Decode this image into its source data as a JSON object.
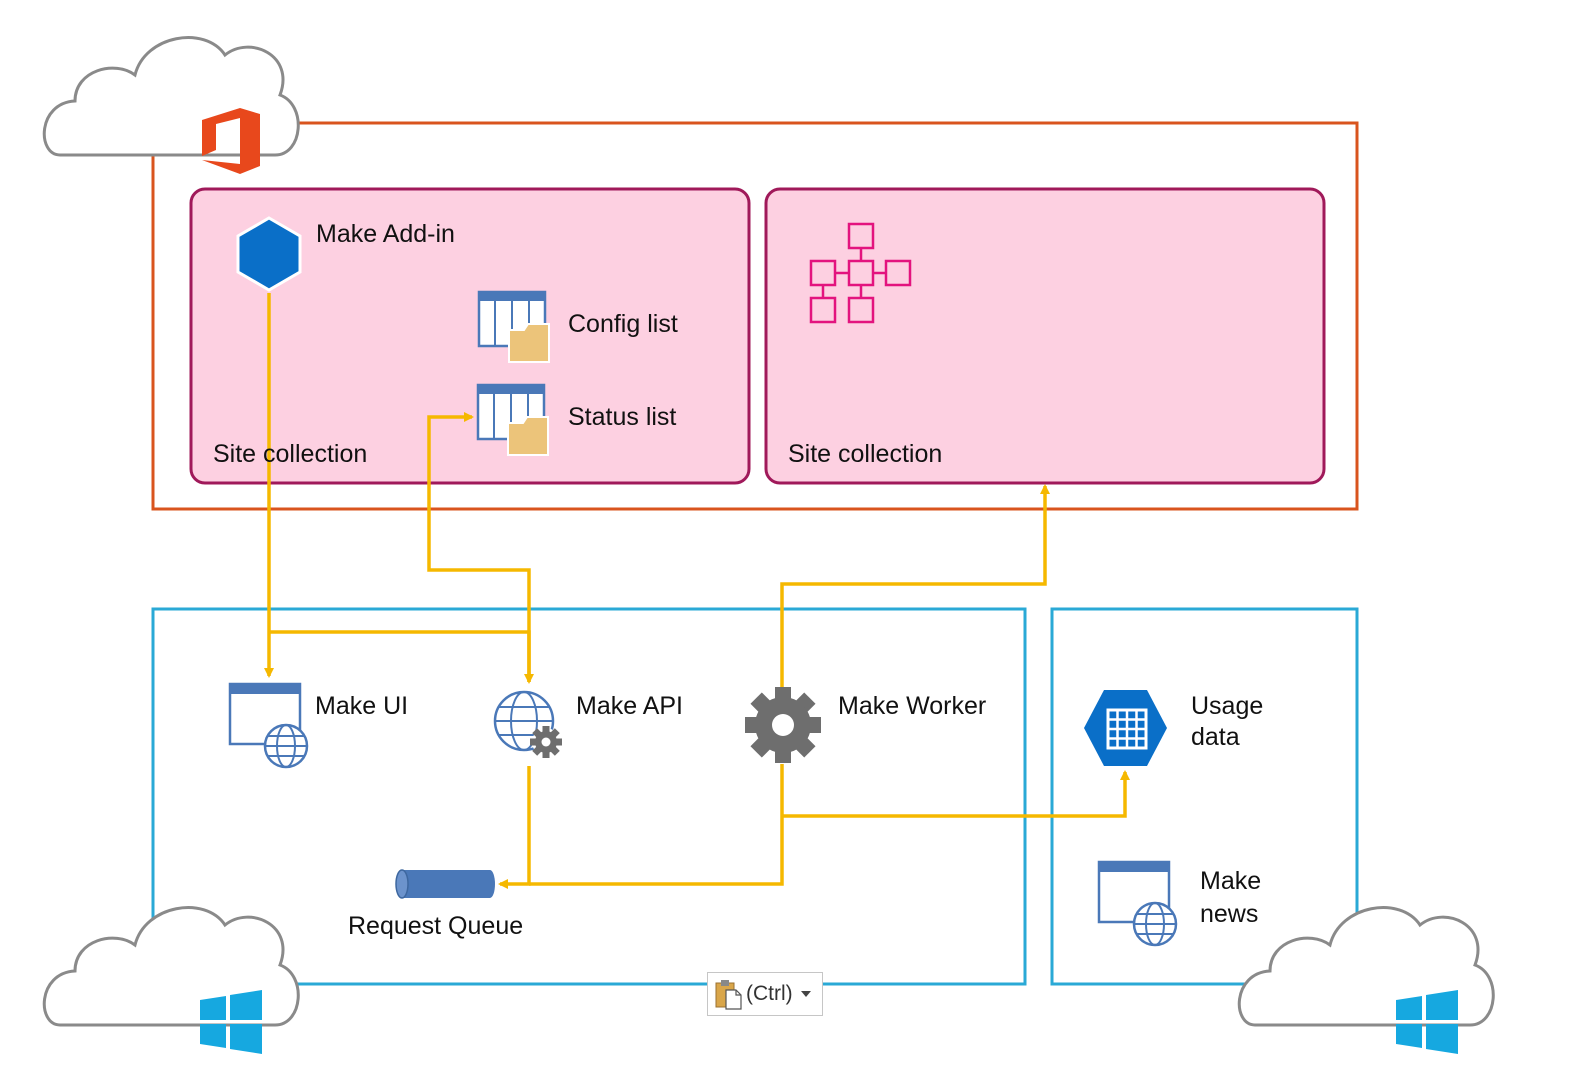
{
  "colors": {
    "office_border": "#d9541e",
    "site_fill": "#fdd0e1",
    "site_border": "#a0195a",
    "azure_border": "#2aa9d6",
    "arrow": "#f5b800",
    "icon_blue": "#0a6fc8",
    "list_blue": "#4a78b8",
    "folder": "#ecc47a",
    "gear": "#6e6e6e",
    "network": "#e3137e",
    "windows": "#16a8e0",
    "cloud": "#8a8a8a"
  },
  "labels": {
    "make_addin": "Make Add-in",
    "config_list": "Config list",
    "status_list": "Status list",
    "site_collection_1": "Site collection",
    "site_collection_2": "Site collection",
    "make_ui": "Make UI",
    "make_api": "Make API",
    "make_worker": "Make Worker",
    "usage_data_line1": "Usage",
    "usage_data_line2": "data",
    "make_news_line1": "Make",
    "make_news_line2": "news",
    "request_queue": "Request Queue"
  },
  "paste_options": {
    "label": "(Ctrl)"
  },
  "icons": {
    "office": "office-logo-icon",
    "addin": "hexagon-addin-icon",
    "list": "list-folder-icon",
    "network": "site-structure-icon",
    "web_app": "web-app-globe-icon",
    "web_api": "globe-gear-icon",
    "worker": "gear-icon",
    "table": "table-hexagon-icon",
    "queue": "queue-cylinder-icon",
    "windows": "windows-logo-icon",
    "cloud": "cloud-icon",
    "clipboard": "clipboard-icon"
  }
}
